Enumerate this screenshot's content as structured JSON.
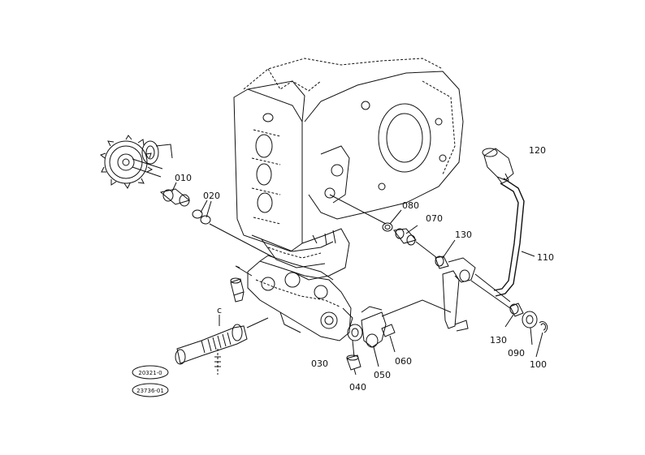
{
  "callouts": {
    "p010": "010",
    "p020": "020",
    "p030": "030",
    "p040": "040",
    "p050": "050",
    "p060": "060",
    "p070": "070",
    "p080": "080",
    "p090": "090",
    "p100": "100",
    "p110": "110",
    "p120": "120",
    "p130a": "130",
    "p130b": "130",
    "pc": "c"
  },
  "serial_ranges": {
    "range_1": "20321-0",
    "range_2": "23736-01"
  }
}
